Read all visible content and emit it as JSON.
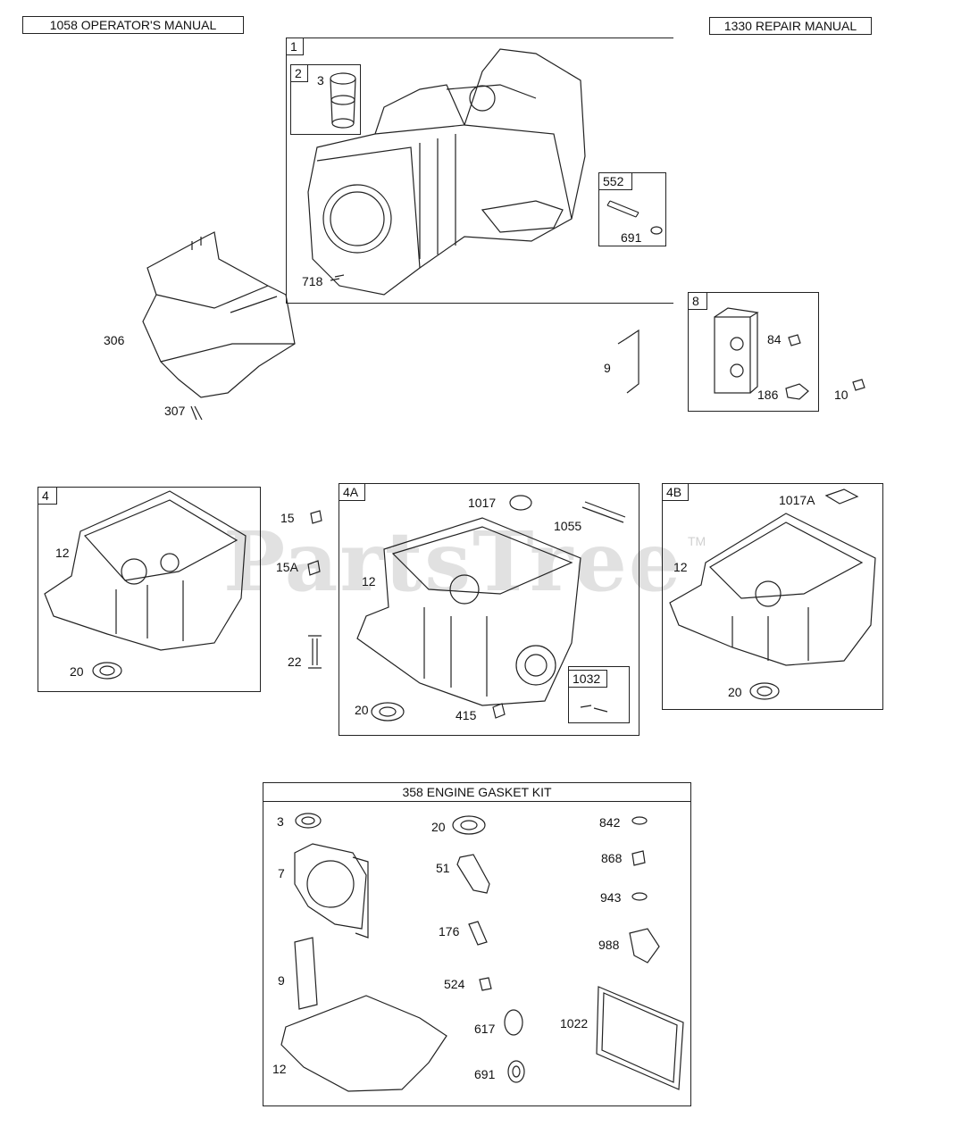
{
  "headers": {
    "operators_manual": "1058 OPERATOR'S MANUAL",
    "repair_manual": "1330 REPAIR MANUAL"
  },
  "watermark": {
    "text": "PartsTree",
    "tm": "TM"
  },
  "groups": {
    "g1": "1",
    "g2": "2",
    "g552": "552",
    "g8": "8",
    "g4": "4",
    "g4a": "4A",
    "g4b": "4B",
    "g1032": "1032"
  },
  "labels": {
    "p3": "3",
    "p718": "718",
    "p691": "691",
    "p306": "306",
    "p307": "307",
    "p9": "9",
    "p84": "84",
    "p186": "186",
    "p10": "10",
    "p4_12": "12",
    "p4_20": "20",
    "p15": "15",
    "p15a": "15A",
    "p22": "22",
    "p1017": "1017",
    "p1055": "1055",
    "p4a_12": "12",
    "p4a_20": "20",
    "p415": "415",
    "p1017a": "1017A",
    "p4b_12": "12",
    "p4b_20": "20"
  },
  "kit": {
    "title": "358 ENGINE GASKET KIT",
    "k3": "3",
    "k7": "7",
    "k9": "9",
    "k12": "12",
    "k20": "20",
    "k51": "51",
    "k176": "176",
    "k524": "524",
    "k617": "617",
    "k691": "691",
    "k842": "842",
    "k868": "868",
    "k943": "943",
    "k988": "988",
    "k1022": "1022"
  }
}
